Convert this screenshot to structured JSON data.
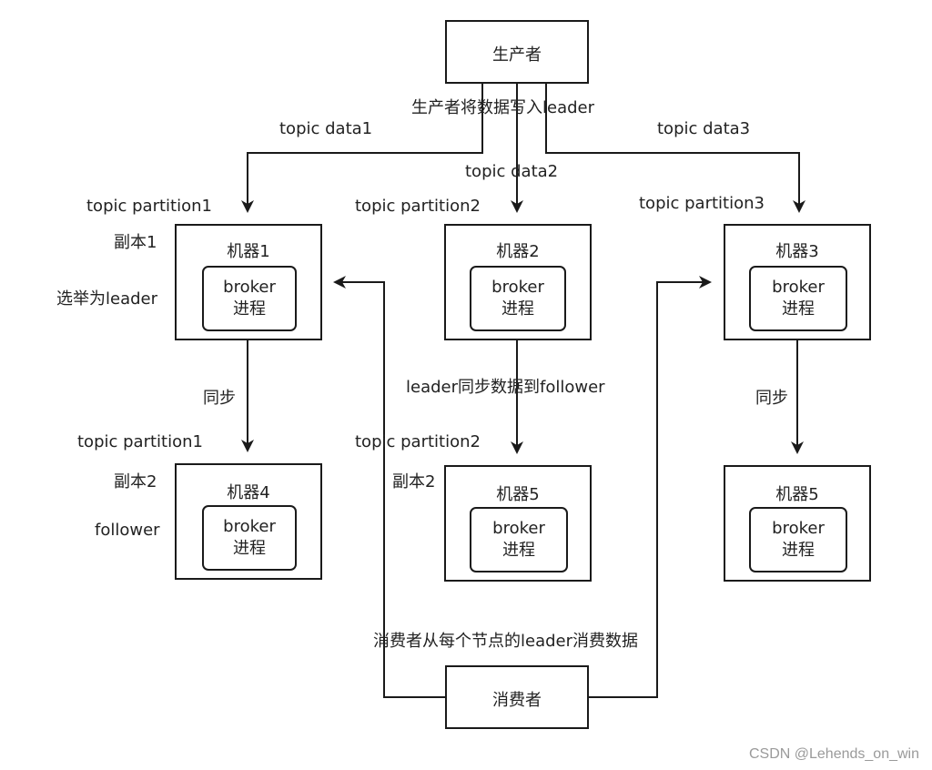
{
  "producer": "生产者",
  "consumer": "消费者",
  "producer_note": "生产者将数据写入leader",
  "consumer_note": "消费者从每个节点的leader消费数据",
  "flows": {
    "data1": "topic data1",
    "data2": "topic data2",
    "data3": "topic data3"
  },
  "partitions": {
    "p1_top": "topic partition1",
    "p2_top": "topic partition2",
    "p3_top": "topic partition3",
    "p1_bottom": "topic partition1",
    "p2_bottom": "topic partition2"
  },
  "replicas": {
    "r1": "副本1",
    "r1_note": "选举为leader",
    "r2_left": "副本2",
    "r2_left_note": "follower",
    "r2_mid": "副本2"
  },
  "sync": {
    "left": "同步",
    "right": "同步",
    "middle": "leader同步数据到follower"
  },
  "machines": {
    "m1": "机器1",
    "m2": "机器2",
    "m3": "机器3",
    "m4": "机器4",
    "m5a": "机器5",
    "m5b": "机器5"
  },
  "broker": {
    "line1": "broker",
    "line2": "进程"
  },
  "watermark": "CSDN @Lehends_on_win"
}
